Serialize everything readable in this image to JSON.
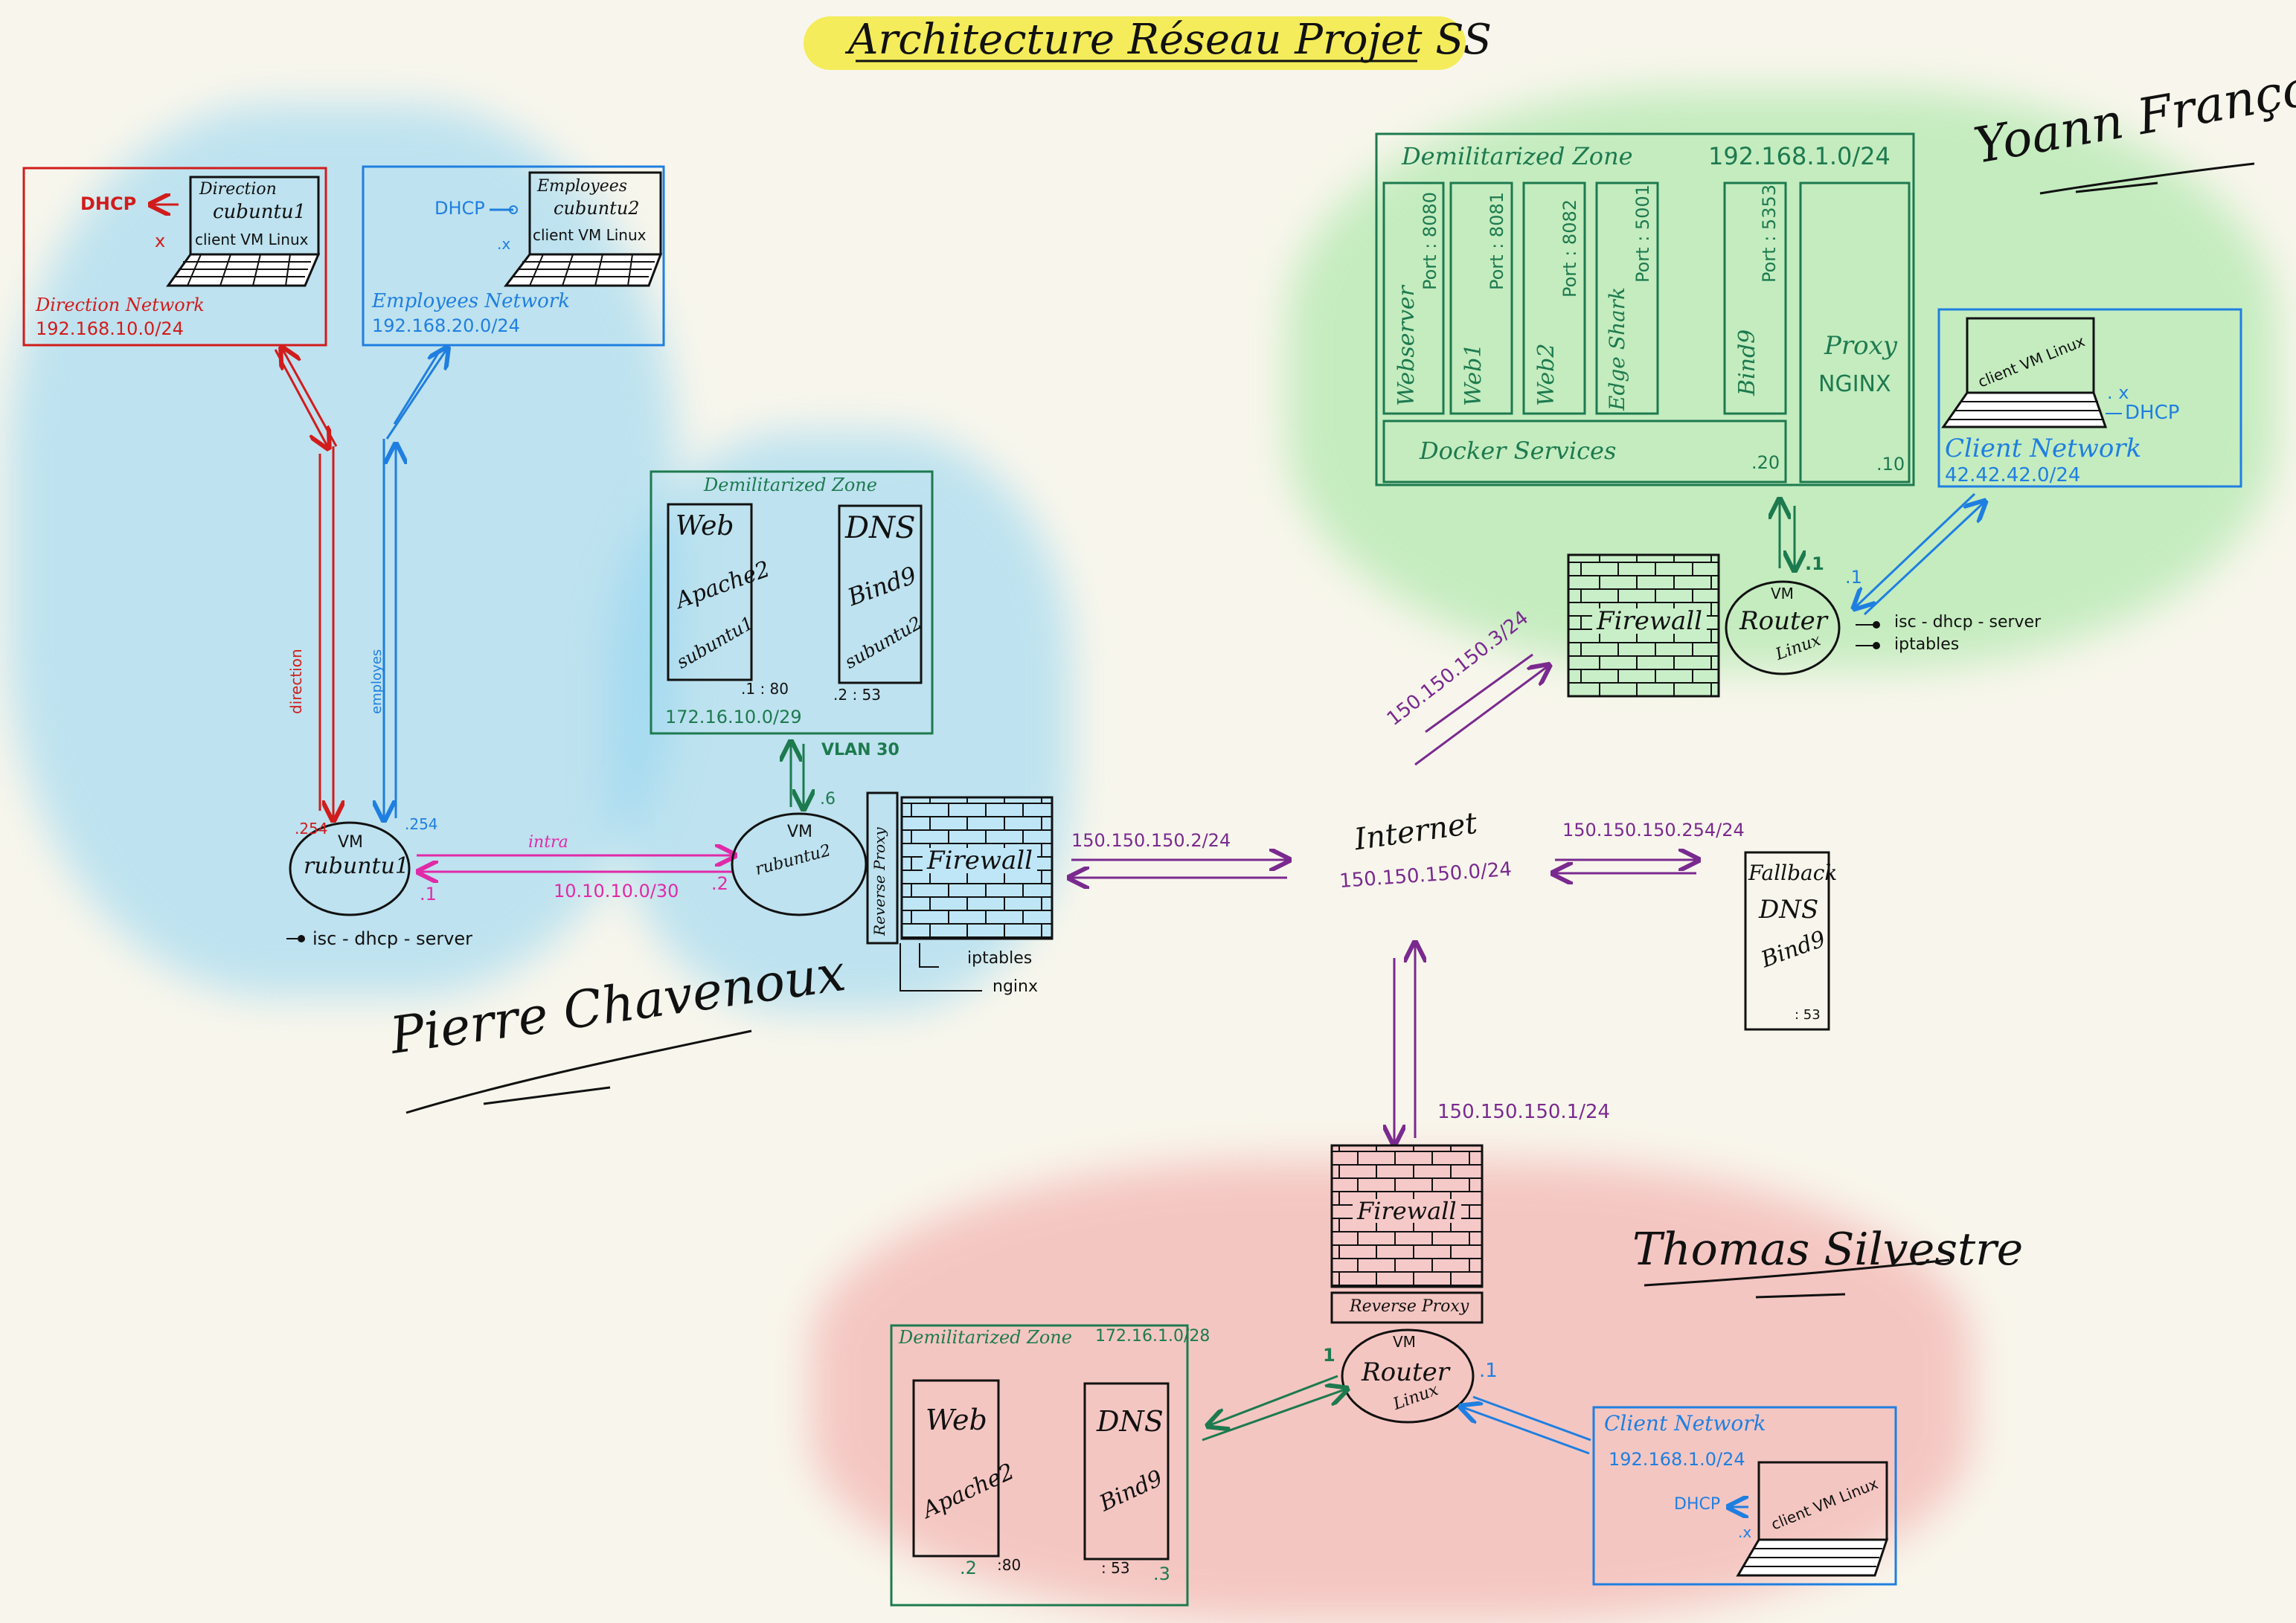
{
  "title": "Architecture Réseau Projet SS",
  "authors": {
    "left": "Pierre Chavenoux",
    "right_top": "Yoann François",
    "right_bottom": "Thomas Silvestre"
  },
  "colors": {
    "red": "#d11c1c",
    "blue": "#1f7fe0",
    "green": "#1d7a4f",
    "purple": "#7a2a8f",
    "magenta": "#e02aa8",
    "black": "#111111",
    "title_highlight": "#f4ec5a"
  },
  "left": {
    "direction": {
      "dhcp": "DHCP",
      "x_mark": "x",
      "vm_title": "Direction",
      "vm_name": "cubuntu1",
      "vm_desc": "client VM Linux",
      "network_name": "Direction Network",
      "network_cidr": "192.168.10.0/24",
      "link_label": "direction",
      "router_ip": ".254"
    },
    "employees": {
      "dhcp": "DHCP",
      "x_mark": ".x",
      "vm_title": "Employees",
      "vm_name": "cubuntu2",
      "vm_desc": "client VM Linux",
      "network_name": "Employees Network",
      "network_cidr": "192.168.20.0/24",
      "link_label": "employes",
      "router_ip": ".254"
    },
    "router": {
      "vm": "VM",
      "name": "rubuntu1",
      "service": "isc - dhcp - server",
      "intra_ip": ".1"
    },
    "intra_link": {
      "label": "intra",
      "cidr": "10.10.10.0/30",
      "peer_ip": ".2"
    },
    "dmz": {
      "title": "Demilitarized Zone",
      "web_lines": [
        "Web",
        "Apache2",
        "subuntu1"
      ],
      "web_port": ".1 : 80",
      "dns_lines": [
        "DNS",
        "Bind9",
        "subuntu2"
      ],
      "dns_port": ".2 : 53",
      "cidr": "172.16.10.0/29",
      "vlan": "VLAN 30",
      "vlan_ip": ".6"
    },
    "gateway": {
      "vm": "VM",
      "name": "rubuntu2",
      "reverse_proxy": "Reverse Proxy",
      "firewall": "Firewall",
      "services": [
        "iptables",
        "nginx"
      ],
      "wan_ip": "150.150.150.2/24"
    }
  },
  "internet": {
    "label": "Internet",
    "cidr": "150.150.150.0/24",
    "fallback_ip": "150.150.150.254/24",
    "fallback_lines": [
      "Fallback",
      "DNS",
      "Bind9"
    ],
    "fallback_port": ": 53"
  },
  "right_top": {
    "dmz": {
      "title": "Demilitarized Zone",
      "cidr": "192.168.1.0/24",
      "services": [
        {
          "name": "Webserver",
          "port": "Port : 8080"
        },
        {
          "name": "Web1",
          "port": "Port : 8081"
        },
        {
          "name": "Web2",
          "port": "Port : 8082"
        },
        {
          "name": "Edge Shark",
          "port": "Port : 5001"
        },
        {
          "name": "Bind9",
          "port": "Port : 5353"
        }
      ],
      "docker": "Docker Services",
      "docker_ip": ".20",
      "proxy_lines": [
        "Proxy",
        "NGINX"
      ],
      "proxy_ip": ".10"
    },
    "router": {
      "firewall": "Firewall",
      "vm": "VM",
      "name": "Router",
      "os": "Linux",
      "services": [
        "isc - dhcp - server",
        "iptables"
      ],
      "wan_ip": "150.150.150.3/24",
      "dmz_ip": ".1",
      "client_ip": ".1"
    },
    "client": {
      "vm_desc": "client VM Linux",
      "x_mark": ". x",
      "dhcp": "DHCP",
      "network_name": "Client Network",
      "network_cidr": "42.42.42.0/24"
    }
  },
  "right_bottom": {
    "router": {
      "firewall": "Firewall",
      "reverse_proxy": "Reverse Proxy",
      "vm": "VM",
      "name": "Router",
      "os": "Linux",
      "wan_ip": "150.150.150.1/24",
      "dmz_ip": "1",
      "client_ip": ".1"
    },
    "dmz": {
      "title": "Demilitarized Zone",
      "cidr": "172.16.1.0/28",
      "web_lines": [
        "Web",
        "Apache2"
      ],
      "web_ip": ".2",
      "web_port": ":80",
      "dns_lines": [
        "DNS",
        "Bind9"
      ],
      "dns_port": ": 53",
      "dns_ip": ".3"
    },
    "client": {
      "network_name": "Client Network",
      "network_cidr": "192.168.1.0/24",
      "dhcp": "DHCP",
      "x_mark": ".x",
      "vm_desc": "client VM Linux"
    }
  }
}
